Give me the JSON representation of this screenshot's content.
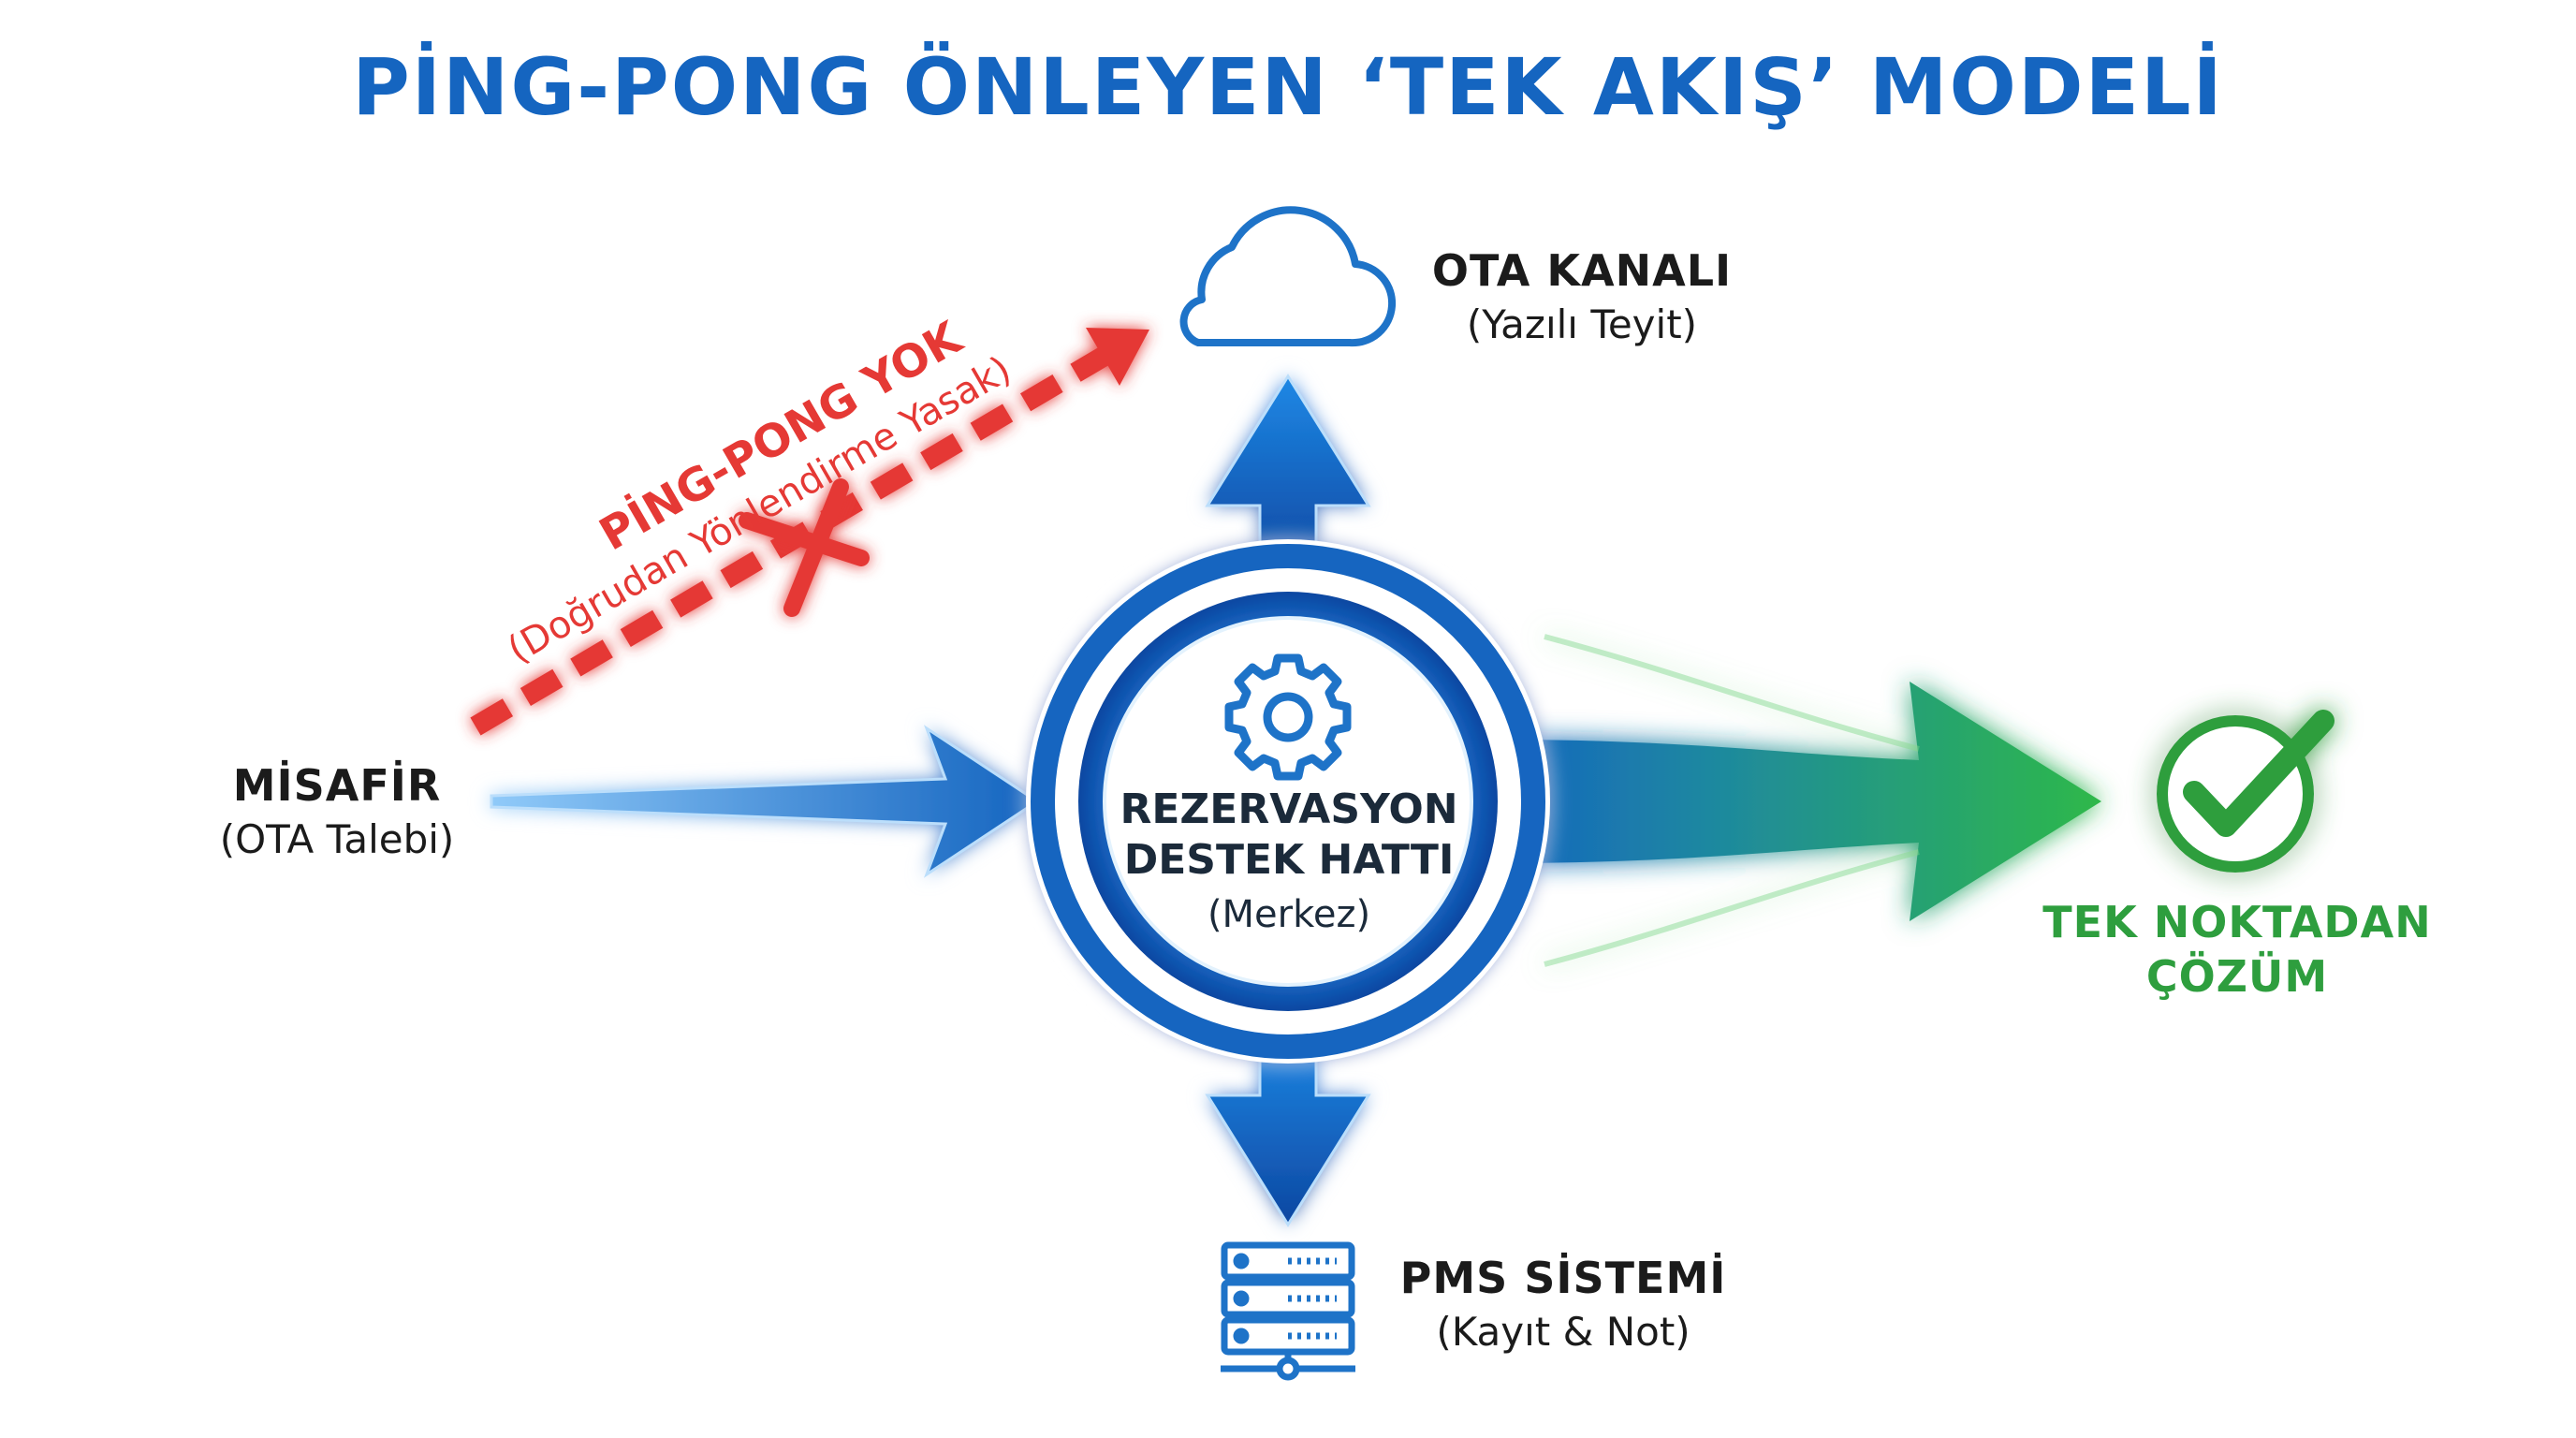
{
  "title": "PİNG-PONG ÖNLEYEN ‘TEK AKIŞ’ MODELİ",
  "nodes": {
    "ota": {
      "title": "OTA KANALI",
      "subtitle": "(Yazılı Teyit)",
      "icon": "cloud-icon"
    },
    "guest": {
      "title": "MİSAFİR",
      "subtitle": "(OTA Talebi)"
    },
    "center": {
      "line1": "REZERVASYON",
      "line2": "DESTEK HATTI",
      "subtitle": "(Merkez)",
      "icon": "gear-icon"
    },
    "pms": {
      "title": "PMS SİSTEMİ",
      "subtitle": "(Kayıt & Not)",
      "icon": "server-icon"
    },
    "result": {
      "line1": "TEK NOKTADAN",
      "line2": "ÇÖZÜM",
      "icon": "check-circle-icon"
    }
  },
  "blocked": {
    "title": "PİNG-PONG YOK",
    "subtitle": "(Doğrudan Yönlendirme Yasak)",
    "icon": "cross-icon"
  },
  "colors": {
    "blue": "#1565c0",
    "blue_light": "#42a5f5",
    "red": "#e53935",
    "green": "#2e9e3e",
    "text": "#1b1b1b"
  }
}
